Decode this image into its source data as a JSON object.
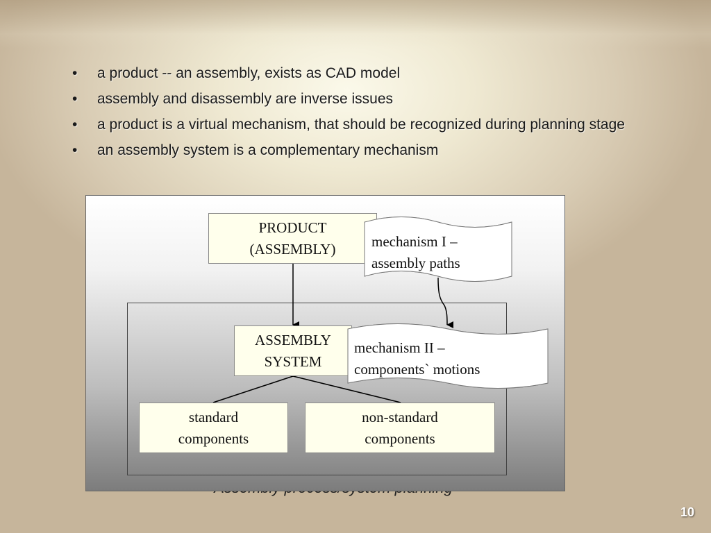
{
  "bullets": [
    "a product -- an assembly, exists as CAD model",
    "assembly and disassembly are inverse issues",
    "a product is a virtual mechanism, that should be recognized during planning stage",
    "an assembly system is a complementary mechanism"
  ],
  "bullet_symbol": "•",
  "diagram": {
    "product_line1": "PRODUCT",
    "product_line2": "(ASSEMBLY)",
    "mech1_line1": "mechanism I –",
    "mech1_line2": "assembly paths",
    "system_line1": "ASSEMBLY",
    "system_line2": "SYSTEM",
    "mech2_line1": "mechanism II –",
    "mech2_line2": "components` motions",
    "standard_line1": "standard",
    "standard_line2": "components",
    "nonstandard_line1": "non-standard",
    "nonstandard_line2": "components"
  },
  "caption": "Assembly process/system planning",
  "page_number": "10"
}
